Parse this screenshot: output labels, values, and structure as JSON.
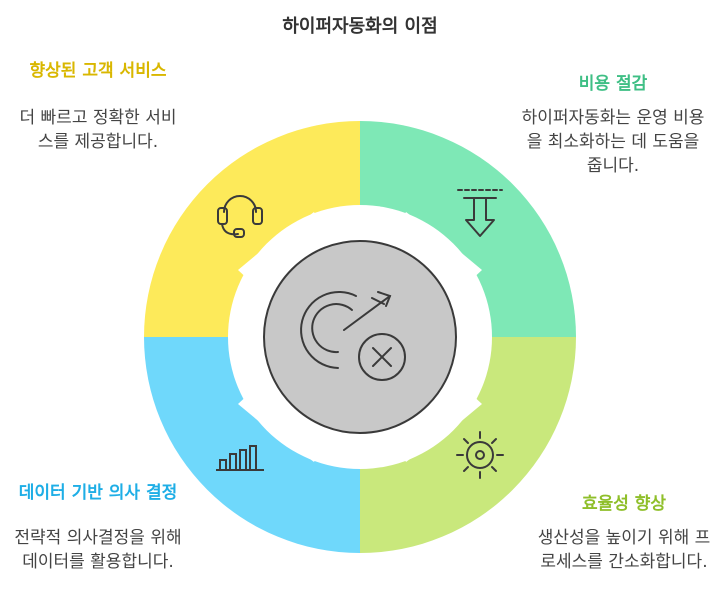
{
  "title": "하이퍼자동화의 이점",
  "colors": {
    "top_left": "#fdea5a",
    "top_right": "#7ee8b6",
    "bottom_left": "#6fd8fb",
    "bottom_right": "#c9e87c",
    "center": "#c8c8c8",
    "outline": "#3a3a3a"
  },
  "quadrants": {
    "top_left": {
      "heading": "향상된 고객 서비스",
      "heading_color": "#d9b700",
      "description": "더 빠르고 정확한 서비스를 제공합니다.",
      "icon": "headset-icon"
    },
    "top_right": {
      "heading": "비용 절감",
      "heading_color": "#3fbf85",
      "description": "하이퍼자동화는 운영 비용을 최소화하는 데 도움을 줍니다.",
      "icon": "cost-down-icon"
    },
    "bottom_left": {
      "heading": "데이터 기반 의사 결정",
      "heading_color": "#1eaee6",
      "description": "전략적 의사결정을 위해 데이터를 활용합니다.",
      "icon": "bar-chart-icon"
    },
    "bottom_right": {
      "heading": "효율성 향상",
      "heading_color": "#8fbf2a",
      "description": "생산성을 높이기 위해 프로세스를 간소화합니다.",
      "icon": "gear-icon"
    }
  },
  "center_icon": "target-miss-icon"
}
